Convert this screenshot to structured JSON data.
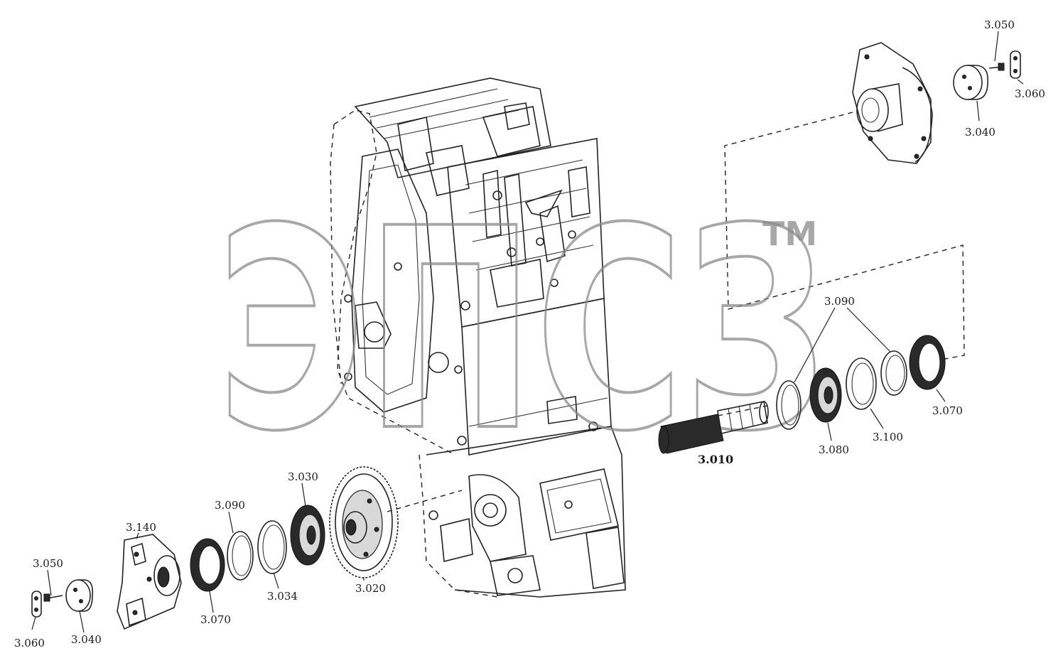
{
  "watermark": {
    "text": "ЭПСЗ",
    "trademark": "TM"
  },
  "labels": {
    "l3050_top": "3.050",
    "l3060_top": "3.060",
    "l3040_top": "3.040",
    "l3090_right": "3.090",
    "l3070_right": "3.070",
    "l3100": "3.100",
    "l3080": "3.080",
    "l3010": "3.010",
    "l3030": "3.030",
    "l3090_left": "3.090",
    "l3140": "3.140",
    "l3050_left": "3.050",
    "l3034": "3.034",
    "l3020": "3.020",
    "l3070_left": "3.070",
    "l3060_left": "3.060",
    "l3040_left": "3.040"
  }
}
